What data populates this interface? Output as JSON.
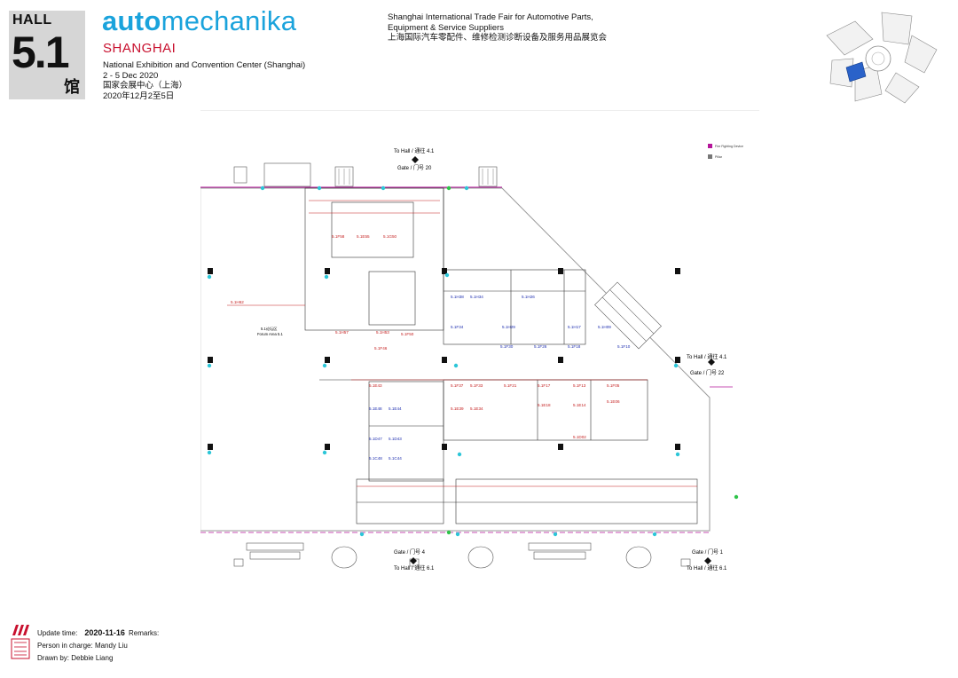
{
  "header": {
    "hall_word": "HALL",
    "hall_number": "5.1",
    "hall_cn": "馆",
    "brand_bold": "auto",
    "brand_light": "mechanika",
    "city": "SHANGHAI",
    "venue_en": "National Exhibition and Convention Center (Shanghai)",
    "dates_en": "2 - 5 Dec 2020",
    "venue_cn": "国家会展中心（上海）",
    "dates_cn": "2020年12月2至5日",
    "fair_line1": "Shanghai International Trade Fair for Automotive Parts,",
    "fair_line2": "Equipment & Service Suppliers",
    "fair_cn": "上海国际汽车零配件、维修检测诊断设备及服务用品展览会"
  },
  "colors": {
    "brand": "#1aa3dc",
    "city": "#c8102e",
    "booth_blue": "#1f2fb0",
    "booth_red": "#c41e1e",
    "line_magenta": "#b5169a",
    "marker_cyan": "#2cc6d8",
    "marker_green": "#2fc44a",
    "badge_gray": "#d6d6d6"
  },
  "map": {
    "legend": [
      {
        "icon": "magenta-swatch",
        "label": "Fire Fighting Device"
      },
      {
        "icon": "gray-swatch",
        "label": "Pillar"
      }
    ],
    "gates": [
      {
        "id": "top",
        "line1": "To Hall / 通往 4.1",
        "line2": "Gate / 门号 20"
      },
      {
        "id": "right",
        "line1": "To Hall / 通往 4.1",
        "line2": "Gate / 门号 22"
      },
      {
        "id": "bottom-mid",
        "line1": "Gate / 门号 4",
        "line2": "To Hall / 通往 6.1"
      },
      {
        "id": "bottom-right",
        "line1": "Gate / 门号 1",
        "line2": "To Hall / 通往 6.1"
      }
    ],
    "forum": {
      "cn": "5.1论坛区",
      "en": "Forum Area 5.1"
    },
    "booths_blue": [
      "5.1H38",
      "5.1H34",
      "5.1H26",
      "5.1F34",
      "5.1H29",
      "5.1H17",
      "5.1H09",
      "5.1F30",
      "5.1F26",
      "5.1F18",
      "5.1F10",
      "5.1E48",
      "5.1E44",
      "5.1D47",
      "5.1D43",
      "5.1C48",
      "5.1C44"
    ],
    "booths_red": [
      "5.1H62",
      "5.1H57",
      "5.1H53",
      "5.1F50",
      "5.1F46",
      "5.1E43",
      "5.1F37",
      "5.1F33",
      "5.1F21",
      "5.1F17",
      "5.1F13",
      "5.1F05",
      "5.1E39",
      "5.1E34",
      "5.1E18",
      "5.1E14",
      "5.1E06",
      "5.1D02",
      "5.1F58",
      "5.1E55",
      "5.1G50"
    ]
  },
  "footer": {
    "update_label": "Update time:",
    "update_date": "2020-11-16",
    "remarks_label": "Remarks:",
    "person_label": "Person in charge:",
    "person_name": "Mandy Liu",
    "drawn_label": "Drawn by:",
    "drawn_name": "Debbie Liang"
  }
}
